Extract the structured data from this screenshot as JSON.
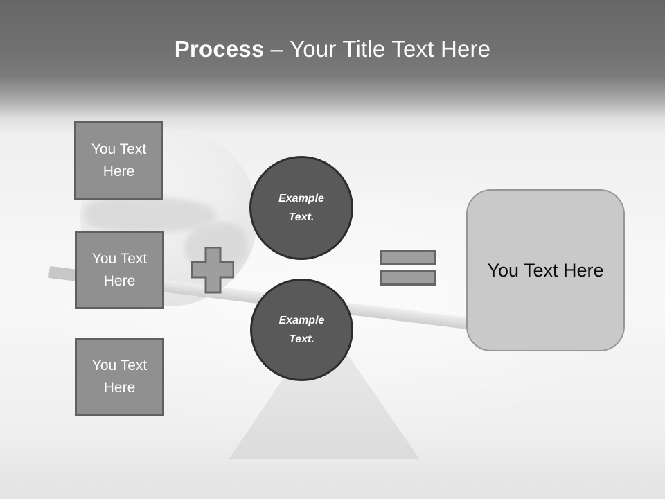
{
  "slide": {
    "title": {
      "keyword": "Process",
      "separator": "–",
      "subtitle": "Your Title Text Here"
    },
    "left_boxes": [
      {
        "label": "You Text Here"
      },
      {
        "label": "You Text Here"
      },
      {
        "label": "You Text Here"
      }
    ],
    "equation_circles": [
      {
        "label": "Example Text."
      },
      {
        "label": "Example Text."
      }
    ],
    "operators": {
      "plus_symbol": "+",
      "equals_symbol": "="
    },
    "result_box": {
      "label": "You Text Here"
    },
    "colors": {
      "header_top": "#666666",
      "background_light": "#f6f6f6",
      "box_fill": "#909090",
      "box_border": "#606060",
      "operator_fill": "#9e9e9e",
      "operator_border": "#666666",
      "circle_fill": "#595959",
      "circle_border": "#2d2d2d",
      "result_fill": "#c9c9c9",
      "result_border": "#979797",
      "title_text": "#ffffff",
      "result_text": "#000000"
    }
  }
}
